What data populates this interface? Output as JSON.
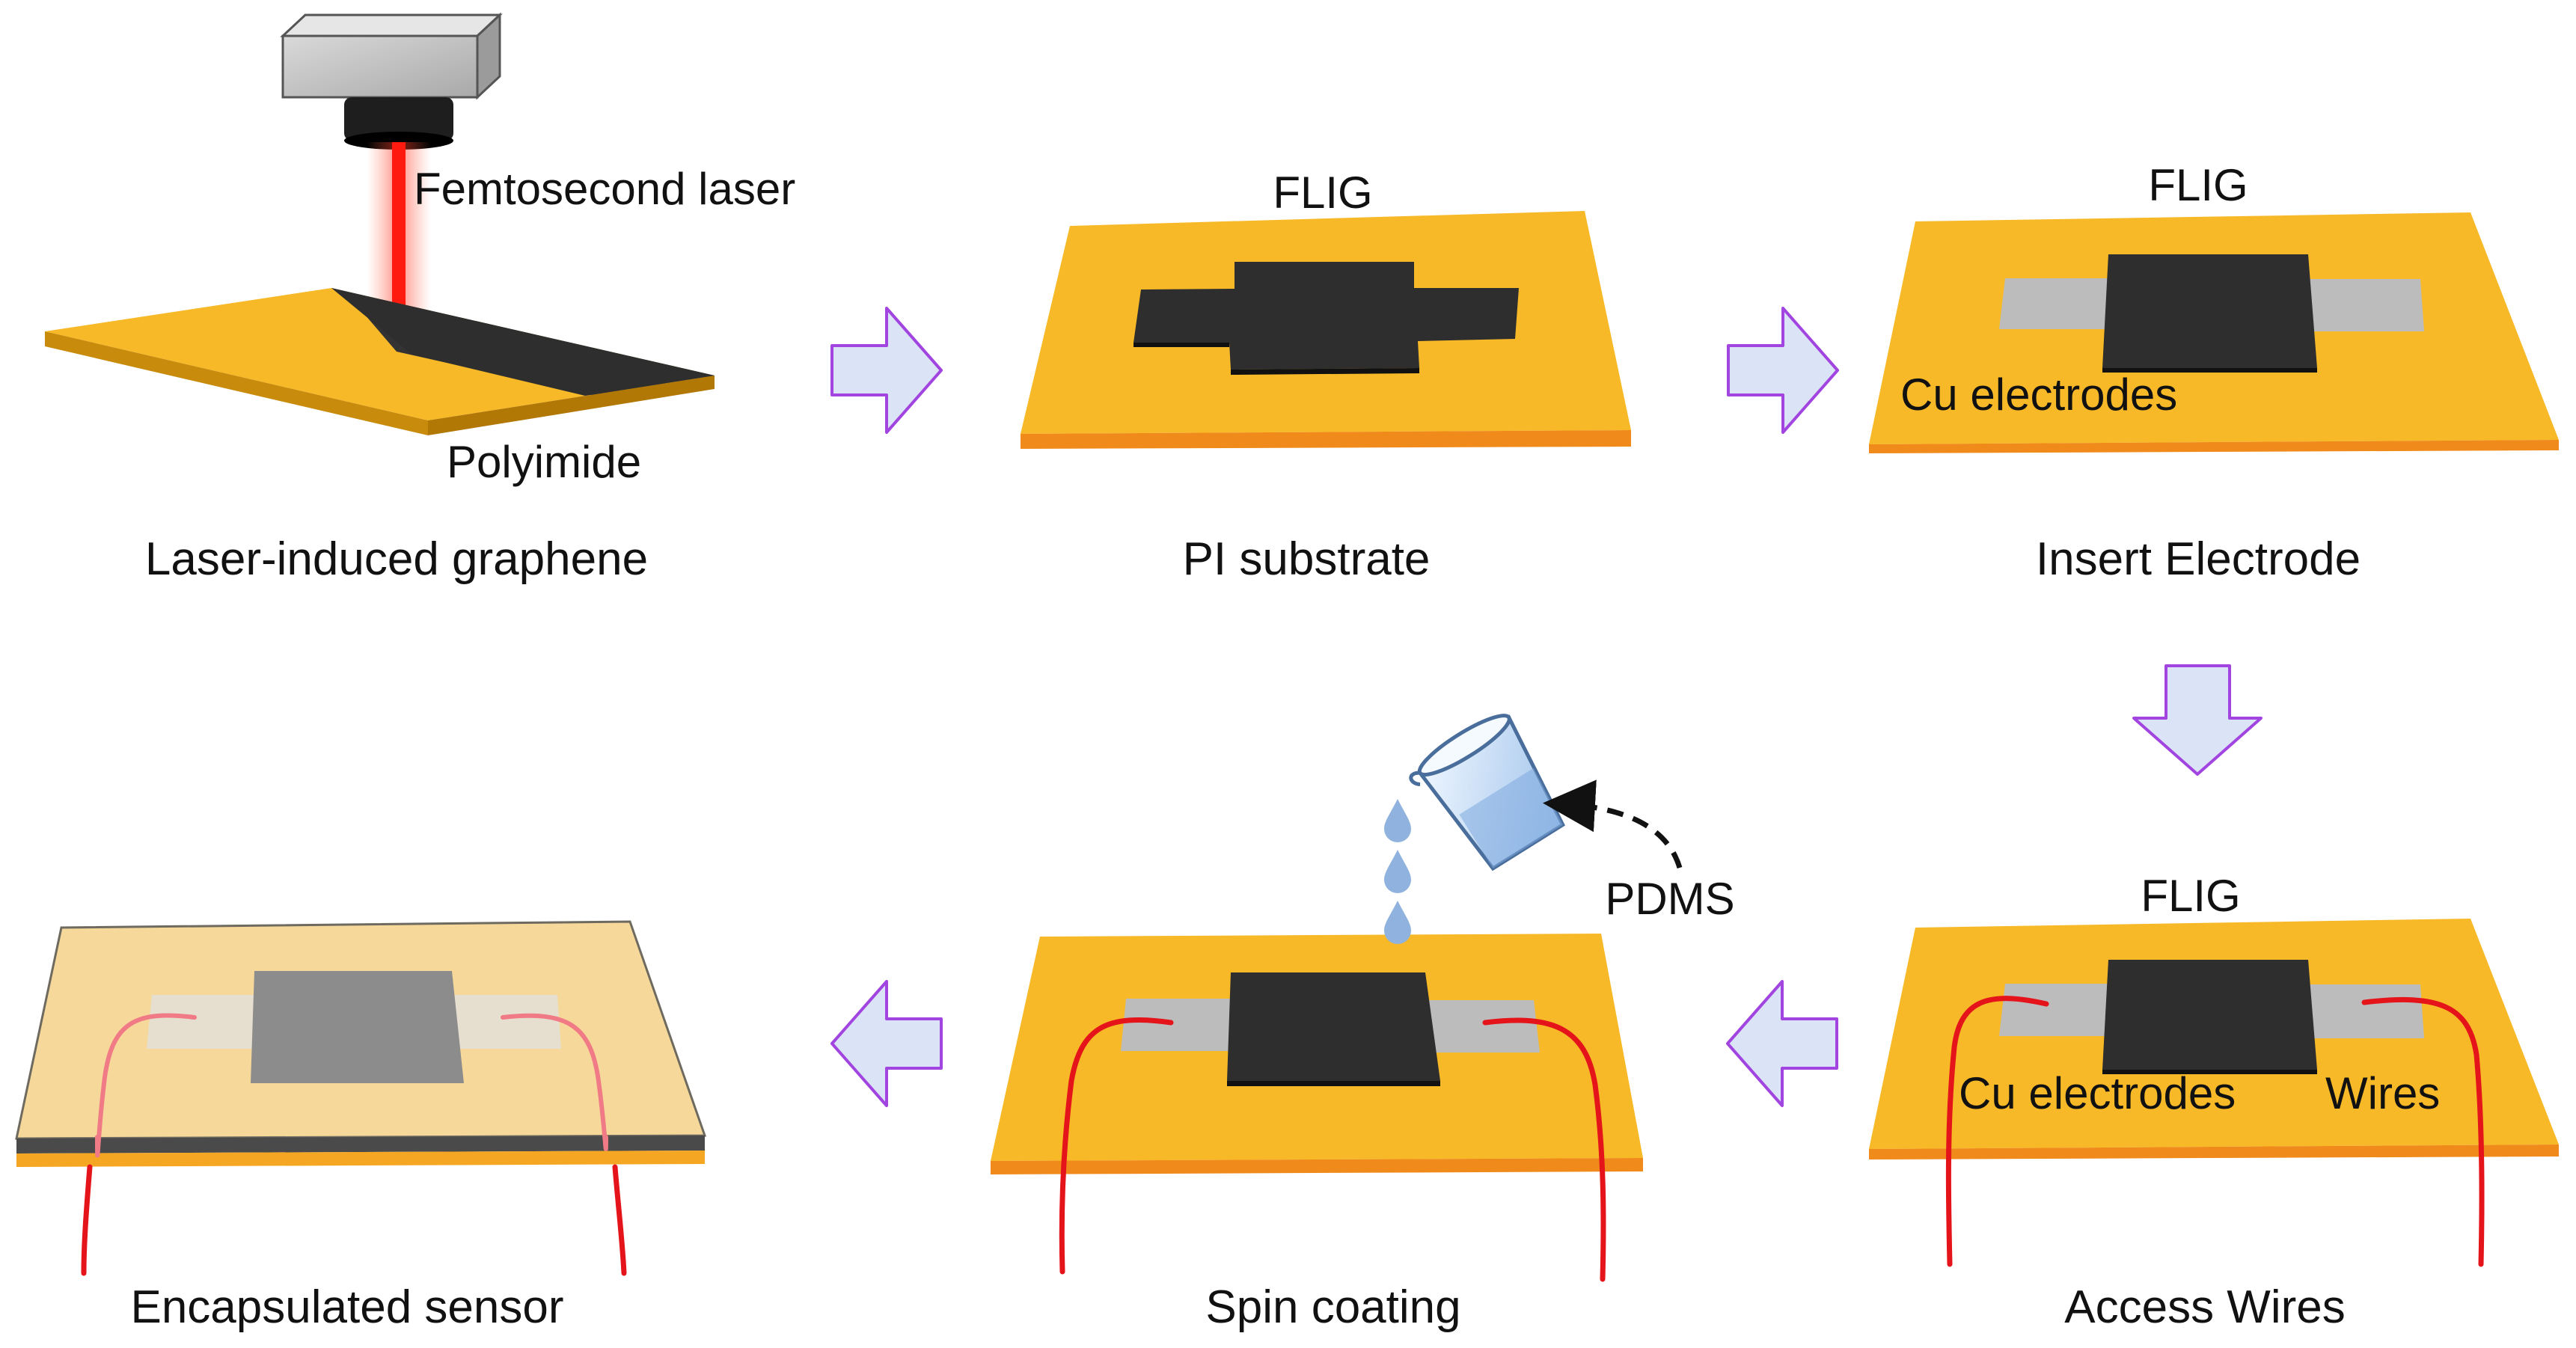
{
  "colors": {
    "substrate": "#f7b927",
    "substrate_edge": "#f08a1a",
    "graphene": "#2d2d2d",
    "electrode": "#bcbcbc",
    "wire": "#e5141b",
    "arrow_fill": "#dbe4f6",
    "arrow_stroke": "#a245e0",
    "laser_beam": "#ff2a1a",
    "pdms_drop": "#8fb2de",
    "encapsulation": "#f6d99a"
  },
  "icons": [
    "laser-head-icon",
    "beaker-icon",
    "droplet-icon",
    "right-arrow-icon",
    "left-arrow-icon",
    "down-arrow-icon"
  ],
  "steps": [
    {
      "caption": "Laser-induced graphene",
      "labels": {
        "laser": "Femtosecond laser",
        "substrate": "Polyimide"
      }
    },
    {
      "caption": "PI substrate",
      "labels": {
        "material": "FLIG"
      }
    },
    {
      "caption": "Insert Electrode",
      "labels": {
        "material": "FLIG",
        "electrodes": "Cu electrodes"
      }
    },
    {
      "caption": "Access Wires",
      "labels": {
        "material": "FLIG",
        "electrodes": "Cu electrodes",
        "wires": "Wires"
      }
    },
    {
      "caption": "Spin coating",
      "labels": {
        "coating": "PDMS"
      }
    },
    {
      "caption": "Encapsulated sensor",
      "labels": {}
    }
  ]
}
